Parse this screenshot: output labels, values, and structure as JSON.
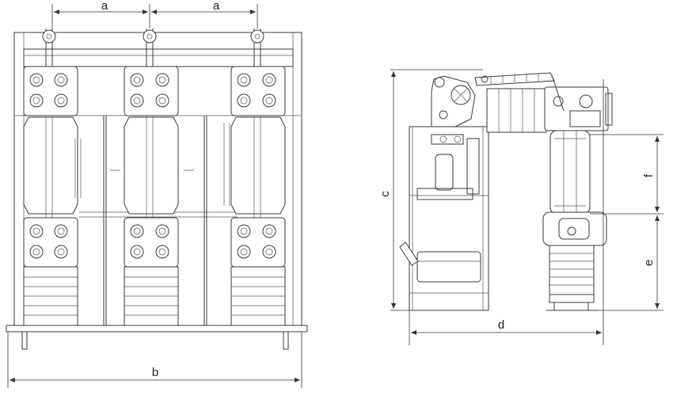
{
  "dimension_labels": {
    "a_left": "a",
    "a_right": "a",
    "b": "b",
    "c": "c",
    "d": "d",
    "e": "e",
    "f": "f"
  }
}
